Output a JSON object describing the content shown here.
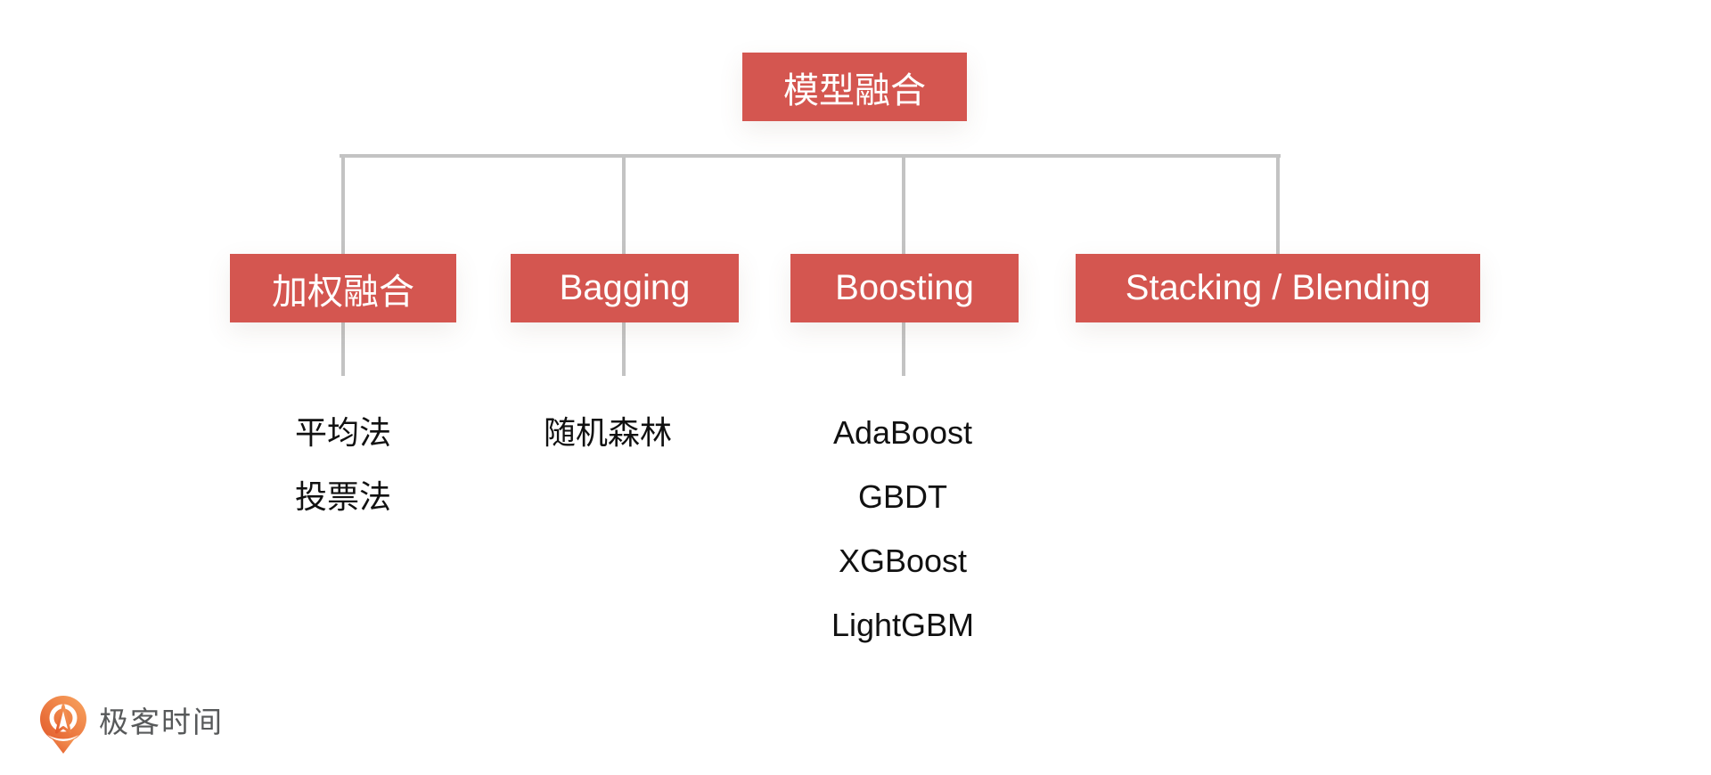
{
  "diagram": {
    "type": "tree",
    "root": {
      "label": "模型融合"
    },
    "branches": [
      {
        "label": "加权融合",
        "leaves": [
          "平均法",
          "投票法"
        ]
      },
      {
        "label": "Bagging",
        "leaves": [
          "随机森林"
        ]
      },
      {
        "label": "Boosting",
        "leaves": [
          "AdaBoost",
          "GBDT",
          "XGBoost",
          "LightGBM"
        ]
      },
      {
        "label": "Stacking / Blending",
        "leaves": []
      }
    ],
    "colors": {
      "node_background": "#d45650",
      "node_text": "#ffffff",
      "connector": "#c3c3c3",
      "leaf_text": "#111111"
    }
  },
  "footer": {
    "brand": "极客时间",
    "logo_icon": "geektime-pin-icon",
    "brand_text_color": "#57595a",
    "logo_gradient_start": "#e2592a",
    "logo_gradient_end": "#f9a560"
  }
}
